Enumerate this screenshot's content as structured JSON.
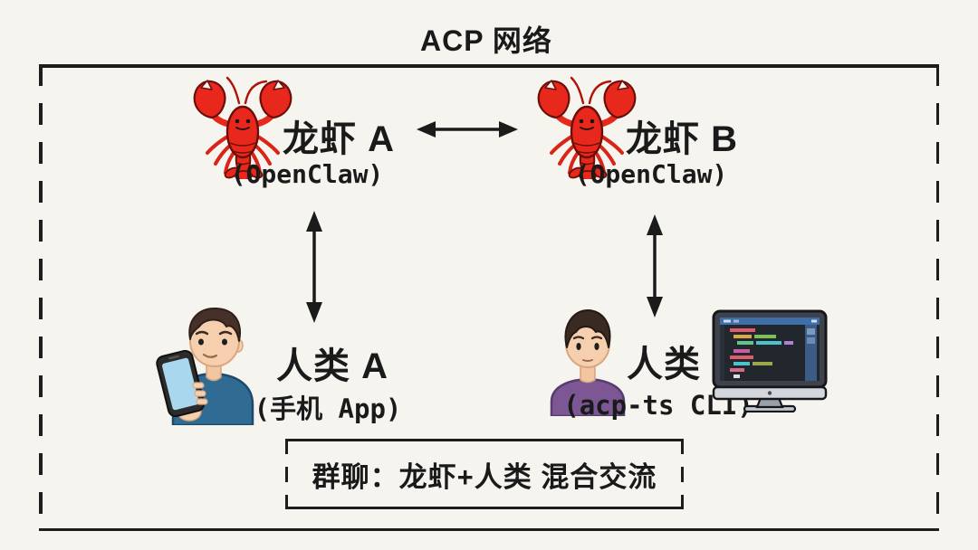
{
  "title": "ACP 网络",
  "nodes": {
    "lobster_a": {
      "label": "龙虾 A",
      "sublabel": "(OpenClaw)",
      "icon": "lobster"
    },
    "lobster_b": {
      "label": "龙虾 B",
      "sublabel": "(OpenClaw)",
      "icon": "lobster"
    },
    "human_a": {
      "label": "人类 A",
      "sublabel": "(手机 App)",
      "icon": "person-with-phone"
    },
    "human_b": {
      "label": "人类",
      "sublabel": "(acp-ts CLI)",
      "icon": "person-and-monitor"
    }
  },
  "edges": [
    {
      "from": "lobster_a",
      "to": "lobster_b",
      "style": "double-headed-arrow"
    },
    {
      "from": "lobster_a",
      "to": "human_a",
      "style": "double-headed-arrow"
    },
    {
      "from": "lobster_b",
      "to": "human_b",
      "style": "double-headed-arrow"
    }
  ],
  "group_chat": {
    "label": "群聊：龙虾+人类 混合交流"
  },
  "colors": {
    "background": "#f6f4ef",
    "line": "#1d1d1d",
    "lobster_red": "#e8281c",
    "sweater_blue": "#2f6b93",
    "shirt_purple": "#7c5793",
    "phone_screen_blue": "#a9d8ee",
    "monitor_titlebar_blue": "#3f6fa8"
  }
}
